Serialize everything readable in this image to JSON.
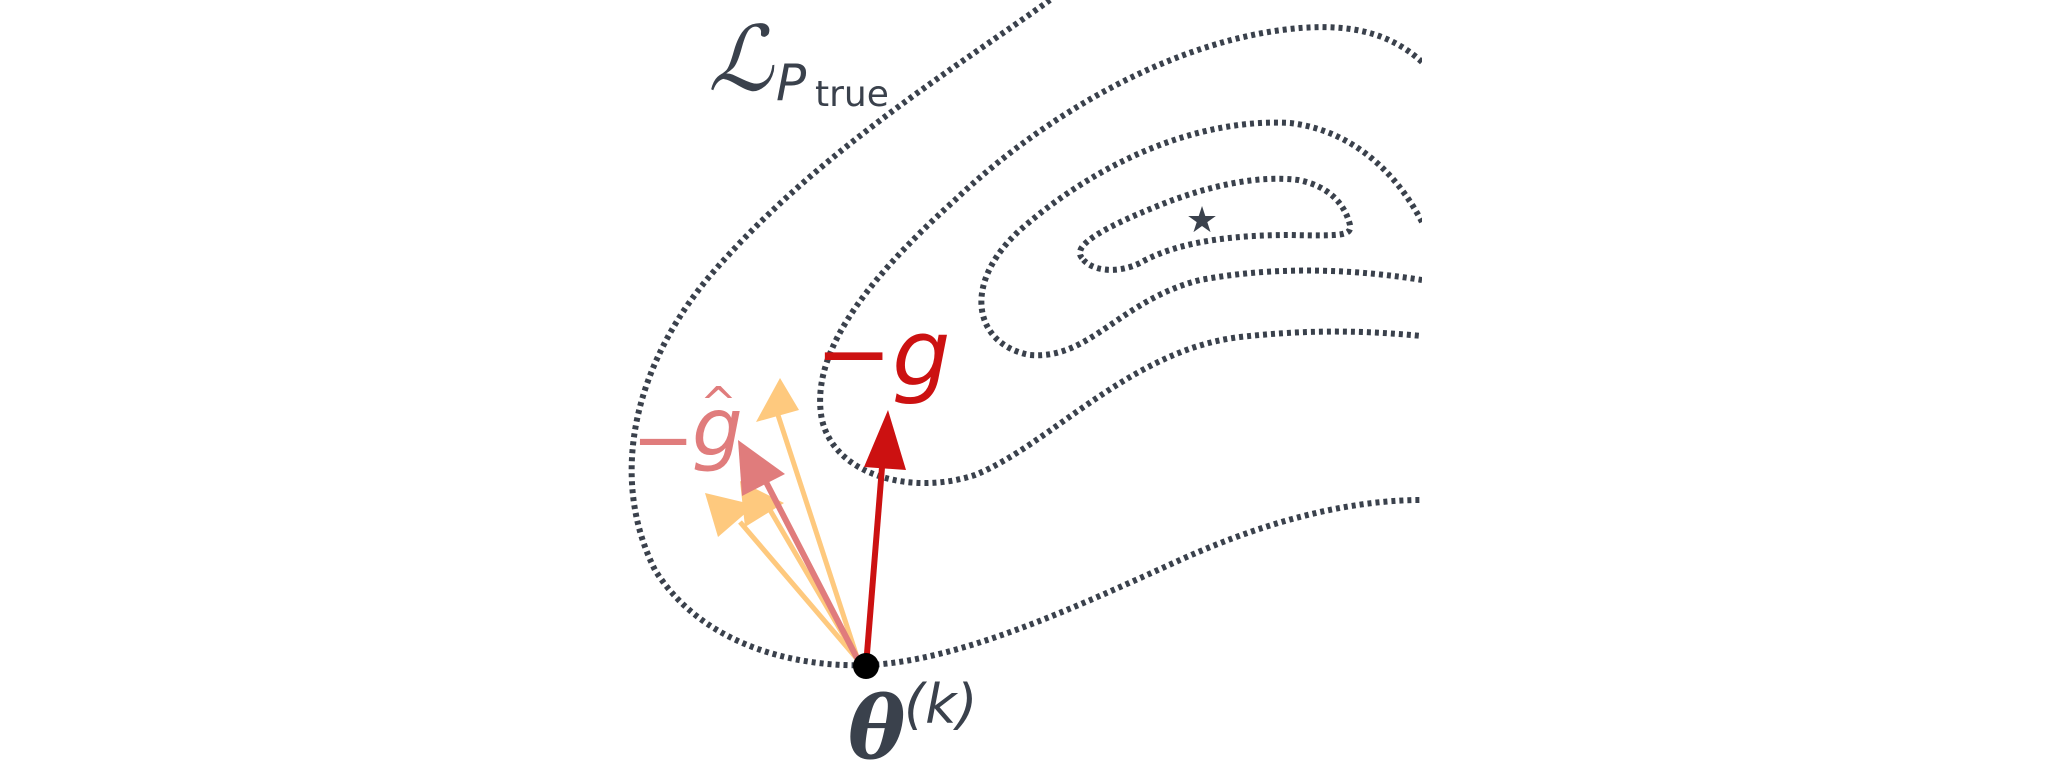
{
  "diagram": {
    "loss_label": {
      "symbol": "ℒ",
      "sub_main": "P",
      "sub_sub": "true"
    },
    "theta_label": {
      "base": "θ",
      "superscript": "(k)"
    },
    "true_gradient_label": "−g",
    "estimated_gradient_label": {
      "minus": "−",
      "symbol": "g",
      "accent": "^"
    },
    "minimum_marker": "★",
    "colors": {
      "contour": "#3a414c",
      "true_gradient": "#cc1111",
      "mean_estimate": "#e07c7c",
      "sample_estimates": "#fec97e",
      "point": "#000000"
    }
  }
}
